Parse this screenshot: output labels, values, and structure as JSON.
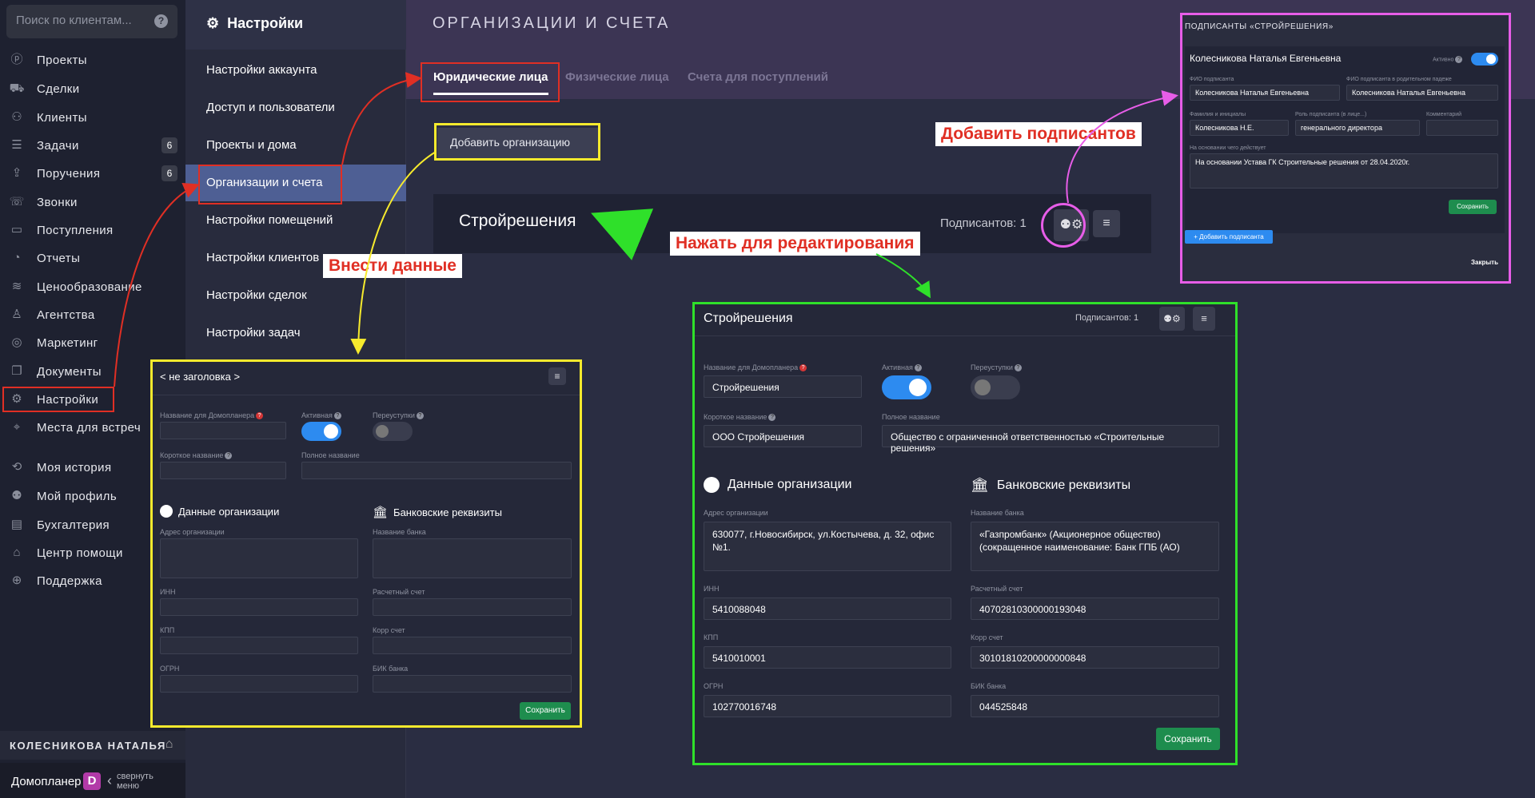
{
  "search": {
    "placeholder": "Поиск по клиентам...",
    "help_glyph": "?"
  },
  "nav": {
    "items": [
      {
        "label": "Проекты",
        "icon": "ⓟ"
      },
      {
        "label": "Сделки",
        "icon": "⛟"
      },
      {
        "label": "Клиенты",
        "icon": "⚇"
      },
      {
        "label": "Задачи",
        "icon": "☰",
        "badge": "6"
      },
      {
        "label": "Поручения",
        "icon": "⇪",
        "badge": "6"
      },
      {
        "label": "Звонки",
        "icon": "☏"
      },
      {
        "label": "Поступления",
        "icon": "▭"
      },
      {
        "label": "Отчеты",
        "icon": "◔"
      },
      {
        "label": "Ценообразование",
        "icon": "≋"
      },
      {
        "label": "Агентства",
        "icon": "♙"
      },
      {
        "label": "Маркетинг",
        "icon": "◎"
      },
      {
        "label": "Документы",
        "icon": "❐"
      },
      {
        "label": "Настройки",
        "icon": "⚙"
      },
      {
        "label": "Места для встреч",
        "icon": "⌖"
      },
      {
        "label": "Моя история",
        "icon": "⟲"
      },
      {
        "label": "Мой профиль",
        "icon": "⚉"
      },
      {
        "label": "Бухгалтерия",
        "icon": "▤"
      },
      {
        "label": "Центр помощи",
        "icon": "⌂"
      },
      {
        "label": "Поддержка",
        "icon": "⊕"
      }
    ],
    "user": "КОЛЕСНИКОВА НАТАЛЬЯ",
    "brand": "Домопланер",
    "brand_mark": "D",
    "collapse_1": "свернуть",
    "collapse_2": "меню",
    "collapse_chevron": "‹"
  },
  "settings": {
    "title": "Настройки",
    "icon": "⚙",
    "items": [
      "Настройки аккаунта",
      "Доступ и пользователи",
      "Проекты и дома",
      "Организации и счета",
      "Настройки помещений",
      "Настройки клиентов",
      "Настройки сделок",
      "Настройки задач"
    ]
  },
  "main": {
    "title": "ОРГАНИЗАЦИИ И СЧЕТА",
    "tabs": [
      "Юридические лица",
      "Физические лица",
      "Счета для поступлений"
    ],
    "add_org": "Добавить организацию",
    "org_name": "Стройрешения",
    "signers_count": "Подписантов: 1"
  },
  "annotations": {
    "add_signers": "Добавить подписантов",
    "click_edit": "Нажать для редактирования",
    "enter_data": "Внести данные"
  },
  "blank_form": {
    "title": "< не заголовка >",
    "menu_glyph": "≡",
    "l_name": "Название для Домопланера",
    "l_active": "Активная",
    "l_assign": "Переуступки",
    "l_short": "Короткое название",
    "l_full": "Полное название",
    "sec_org": "Данные организации",
    "sec_bank": "Банковские реквизиты",
    "l_addr": "Адрес организации",
    "l_bank": "Название банка",
    "l_inn": "ИНН",
    "l_acc": "Расчетный счет",
    "l_kpp": "КПП",
    "l_corr": "Корр счет",
    "l_ogrn": "ОГРН",
    "l_bik": "БИК банка",
    "save": "Сохранить"
  },
  "filled_form": {
    "title": "Стройрешения",
    "signers": "Подписантов: 1",
    "l_name": "Название для Домопланера",
    "v_name": "Стройрешения",
    "l_active": "Активная",
    "l_assign": "Переуступки",
    "l_short": "Короткое название",
    "v_short": "ООО  Стройрешения",
    "l_full": "Полное название",
    "v_full": "Общество с ограниченной ответственностью «Строительные решения»",
    "sec_org": "Данные организации",
    "sec_bank": "Банковские реквизиты",
    "l_addr": "Адрес организации",
    "v_addr": "630077, г.Новосибирск, ул.Костычева, д. 32, офис №1.",
    "l_bank": "Название банка",
    "v_bank": "«Газпромбанк» (Акционерное общество) (сокращенное наименование: Банк ГПБ (АО)",
    "l_inn": "ИНН",
    "v_inn": "5410088048",
    "l_acc": "Расчетный счет",
    "v_acc": "40702810300000193048",
    "l_kpp": "КПП",
    "v_kpp": "5410010001",
    "l_corr": "Корр счет",
    "v_corr": "30101810200000000848",
    "l_ogrn": "ОГРН",
    "v_ogrn": "102770016748",
    "l_bik": "БИК банка",
    "v_bik": "044525848",
    "save": "Сохранить"
  },
  "signers_form": {
    "title": "ПОДПИСАНТЫ «СТРОЙРЕШЕНИЯ»",
    "name": "Колесникова Наталья Евгеньевна",
    "l_active": "Активно",
    "l_fio": "ФИО подписанта",
    "v_fio": "Колесникова Наталья Евгеньевна",
    "l_fio_gen": "ФИО подписанта в родительном падеже",
    "v_fio_gen": "Колесникова Наталья Евгеньевна",
    "l_initials": "Фамилия и инициалы",
    "v_initials": "Колесникова Н.Е.",
    "l_role": "Роль подписанта (в лице...)",
    "v_role": "генерального директора",
    "l_comment": "Комментарий",
    "l_basis": "На основании чего действует",
    "v_basis": "На основании Устава ГК Строительные решения от 28.04.2020г.",
    "save": "Сохранить",
    "add": "+ Добавить подписанта",
    "close": "Закрыть"
  },
  "colors": {
    "red": "#e02f24",
    "yellow": "#f6ea2d",
    "green": "#2fe02a",
    "magenta": "#e75de8",
    "blue": "#2d8bf0"
  }
}
